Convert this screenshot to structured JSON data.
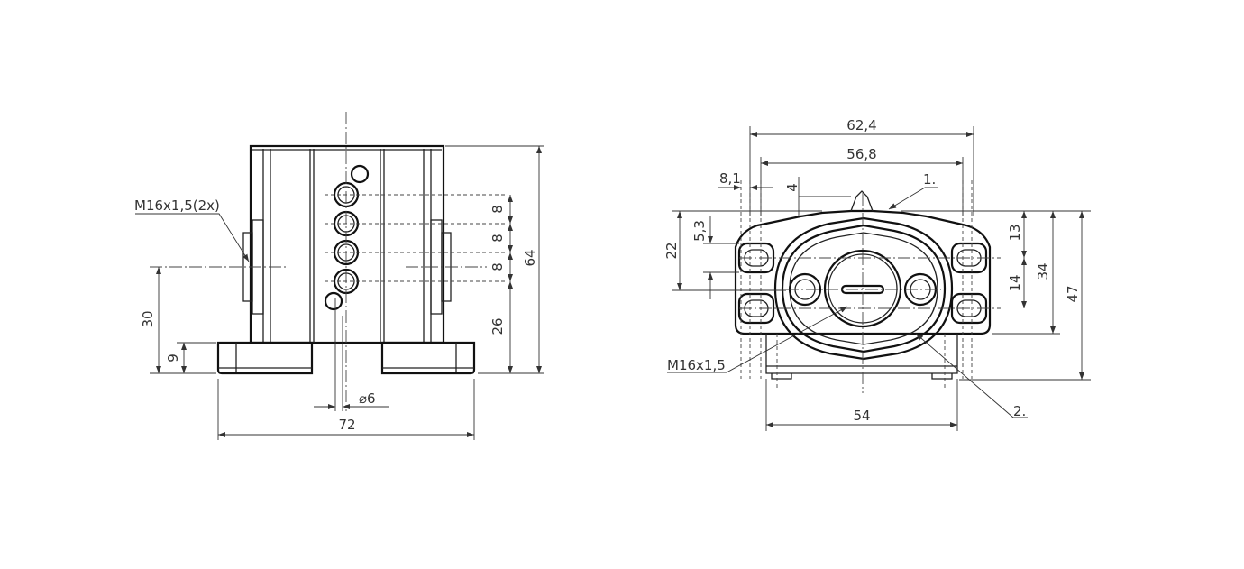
{
  "front_view": {
    "thread_label": "M16x1,5(2x)",
    "dim_pitch_1": "8",
    "dim_pitch_2": "8",
    "dim_pitch_3": "8",
    "dim_height_total": "64",
    "dim_height_30": "30",
    "dim_height_26": "26",
    "dim_height_9": "9",
    "dim_width": "72",
    "dim_diameter": "⌀6"
  },
  "side_view": {
    "dim_width_outer": "62,4",
    "dim_width_inner": "56,8",
    "dim_8_1": "8,1",
    "dim_4": "4",
    "dim_22": "22",
    "dim_5_3": "5,3",
    "dim_13": "13",
    "dim_14": "14",
    "dim_34": "34",
    "dim_47": "47",
    "dim_54": "54",
    "thread_label": "M16x1,5",
    "callout_1": "1.",
    "callout_2": "2."
  }
}
